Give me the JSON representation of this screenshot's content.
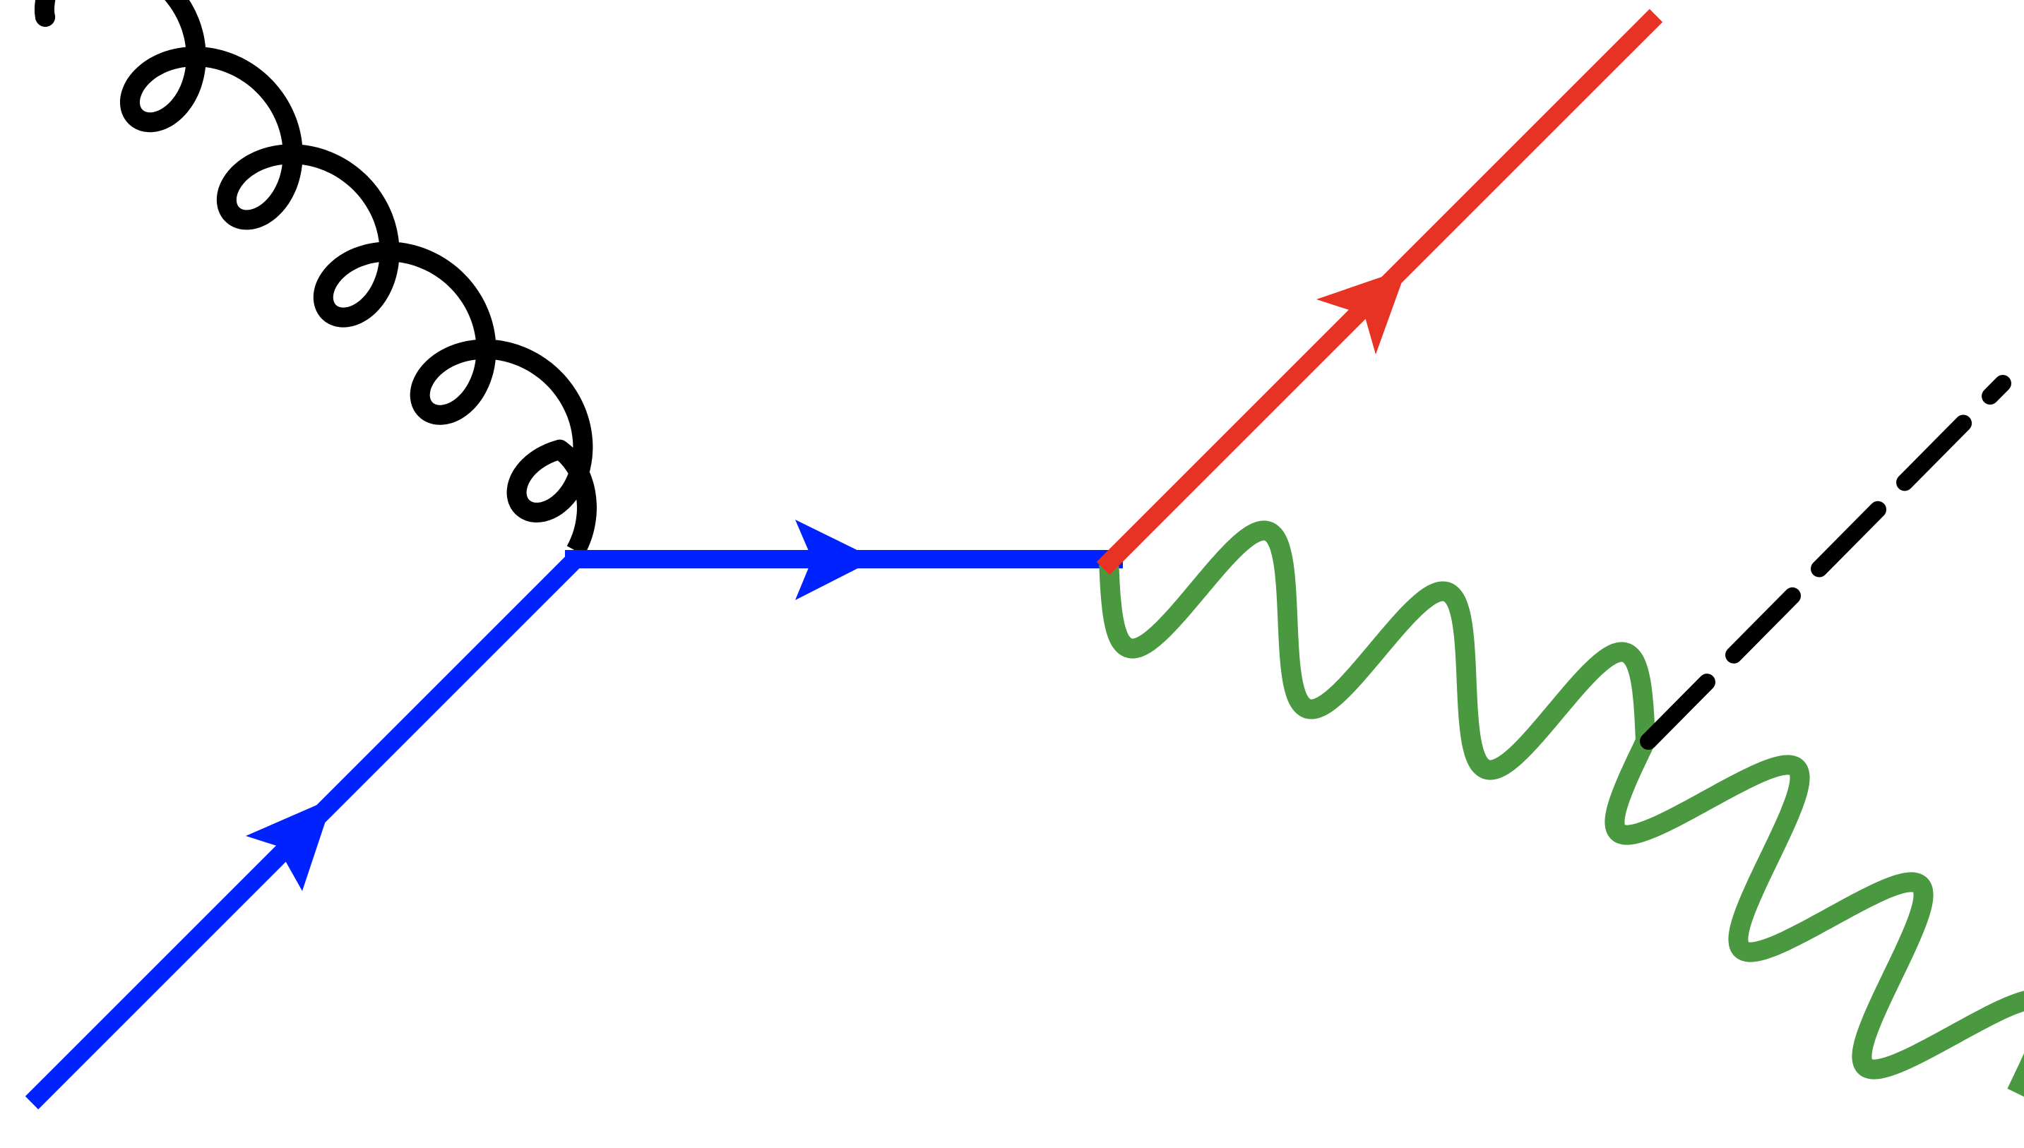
{
  "diagram": {
    "type": "feynman-diagram",
    "background": "#ffffff",
    "particles": [
      {
        "id": "incoming-quark",
        "kind": "fermion",
        "direction": "up-right",
        "arrow": true,
        "color": "#0022ff"
      },
      {
        "id": "internal-propagator",
        "kind": "fermion",
        "direction": "right",
        "arrow": true,
        "color": "#0022ff"
      },
      {
        "id": "gluon",
        "kind": "gluon",
        "style": "curly",
        "color": "#000000"
      },
      {
        "id": "outgoing-quark",
        "kind": "fermion",
        "direction": "up-right",
        "arrow": true,
        "color": "#e63323"
      },
      {
        "id": "boson",
        "kind": "boson",
        "style": "wavy",
        "color": "#4a9840"
      },
      {
        "id": "scalar",
        "kind": "scalar",
        "style": "dashed",
        "color": "#000000"
      }
    ],
    "vertices": [
      {
        "id": "vertex-left",
        "connects": [
          "incoming-quark",
          "gluon",
          "internal-propagator"
        ]
      },
      {
        "id": "vertex-right",
        "connects": [
          "internal-propagator",
          "outgoing-quark",
          "boson"
        ]
      },
      {
        "id": "vertex-decay",
        "connects": [
          "boson",
          "scalar"
        ]
      }
    ]
  }
}
